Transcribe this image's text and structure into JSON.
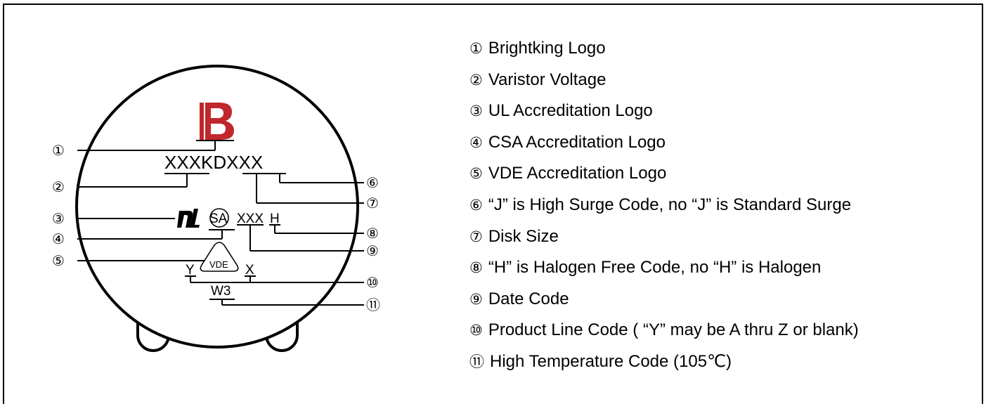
{
  "diagram": {
    "logo_alt": "Brightking Logo",
    "marking": {
      "part_code": "XXXKDXXX",
      "part_prefix": "XXX",
      "part_middle": "KD",
      "part_size": "XX",
      "part_surge": "X",
      "date_code": "XXX",
      "halogen_code": "H",
      "vde_text": "VDE",
      "product_line_y": "Y",
      "product_line_x": "X",
      "temp_code": "W3",
      "csa_text": "SA"
    },
    "callout_numbers": {
      "n1": "①",
      "n2": "②",
      "n3": "③",
      "n4": "④",
      "n5": "⑤",
      "n6": "⑥",
      "n7": "⑦",
      "n8": "⑧",
      "n9": "⑨",
      "n10": "⑩",
      "n11": "⑪"
    },
    "colors": {
      "logo_red": "#c0282c",
      "line": "#000000"
    }
  },
  "legend": [
    {
      "num": "①",
      "text": "Brightking Logo"
    },
    {
      "num": "②",
      "text": "Varistor Voltage"
    },
    {
      "num": "③",
      "text": "UL Accreditation Logo"
    },
    {
      "num": "④",
      "text": "CSA Accreditation Logo"
    },
    {
      "num": "⑤",
      "text": "VDE Accreditation Logo"
    },
    {
      "num": "⑥",
      "text": "“J” is High Surge Code, no “J” is Standard Surge"
    },
    {
      "num": "⑦",
      "text": "Disk Size"
    },
    {
      "num": "⑧",
      "text": "“H” is Halogen Free Code, no “H” is Halogen"
    },
    {
      "num": "⑨",
      "text": "Date Code"
    },
    {
      "num": "⑩",
      "text": "Product Line Code ( “Y” may be A thru Z or blank)"
    },
    {
      "num": "⑪",
      "text": "High Temperature Code (105℃)"
    }
  ]
}
